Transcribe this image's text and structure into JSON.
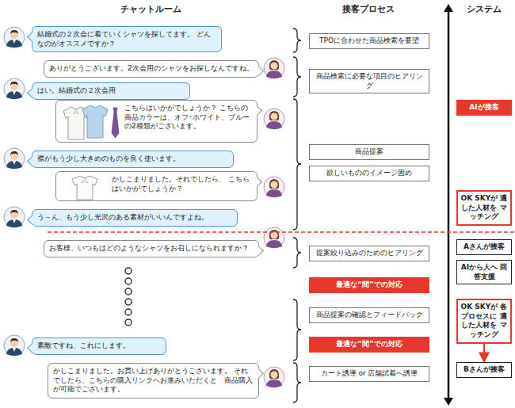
{
  "diagram": {
    "nodes": [
      {
        "text": [
          "結婚式の２次会に着ていくシャツを探してます。 どんなのがオススメですか？"
        ]
      },
      {
        "text": [
          "ありがとうございます。2次会用のシャツをお探しなんですね。"
        ]
      },
      {
        "text": [
          "はい。結婚式の２次会用"
        ]
      },
      {
        "text": [
          "こちらはいかがでしょうか？ こちらの商品カラーは、オフ･ホワイト、ブルーの2種類がございます。"
        ]
      },
      {
        "text": [
          "襟がもう少し大きめのものを良く使います。"
        ]
      },
      {
        "text": [
          "かしこまりました。それでしたら、 こちらはいかがでしょうか？"
        ]
      },
      {
        "text": [
          "う～ん、もう少し光沢のある素材がいいんですよね。"
        ]
      },
      {
        "text": [
          "お客様、いつもはどのようなシャツをお召しになられますか？"
        ]
      },
      {
        "text": [
          "素敵ですね、これにします。"
        ]
      },
      {
        "text": [
          "かしこまりました。お買い上げありがとうございます。 それでしたら、こちらの購入リンクへお進みいただくと　商品購入が可能でございます。"
        ]
      },
      {
        "text": [
          "TPOに合わせた商品検索を要望"
        ]
      },
      {
        "text": [
          "商品検索に必要な項目のヒアリング"
        ]
      },
      {
        "text": [
          "商品提案"
        ]
      },
      {
        "text": [
          "欲しいもののイメージ固め"
        ]
      },
      {
        "text": [
          "提案絞り込みのためのヒアリング"
        ]
      },
      {
        "text": [
          "最適な“間”での対応"
        ]
      },
      {
        "text": [
          "商品提案の確認とフィードバック"
        ]
      },
      {
        "text": [
          "最適な“間”での対応"
        ]
      },
      {
        "text": [
          "カート誘導 or 店舗試着へ誘導"
        ]
      },
      {
        "text": [
          "AIが接客"
        ]
      },
      {
        "text": [
          "OK SKYが 適した人材を マッチング"
        ]
      },
      {
        "text": [
          "Aさんが接客"
        ]
      },
      {
        "text": [
          "AIから人へ 回答支援"
        ]
      },
      {
        "text": [
          "OK SKYが 各プロセスに 適した人材を マッチング"
        ]
      },
      {
        "text": [
          "Bさんが接客"
        ]
      }
    ],
    "edges": [
      {
        "from": 23,
        "to": 24,
        "arrow": "to"
      }
    ],
    "labels": [
      "チャットルーム",
      "接客プロセス",
      "システム"
    ]
  }
}
